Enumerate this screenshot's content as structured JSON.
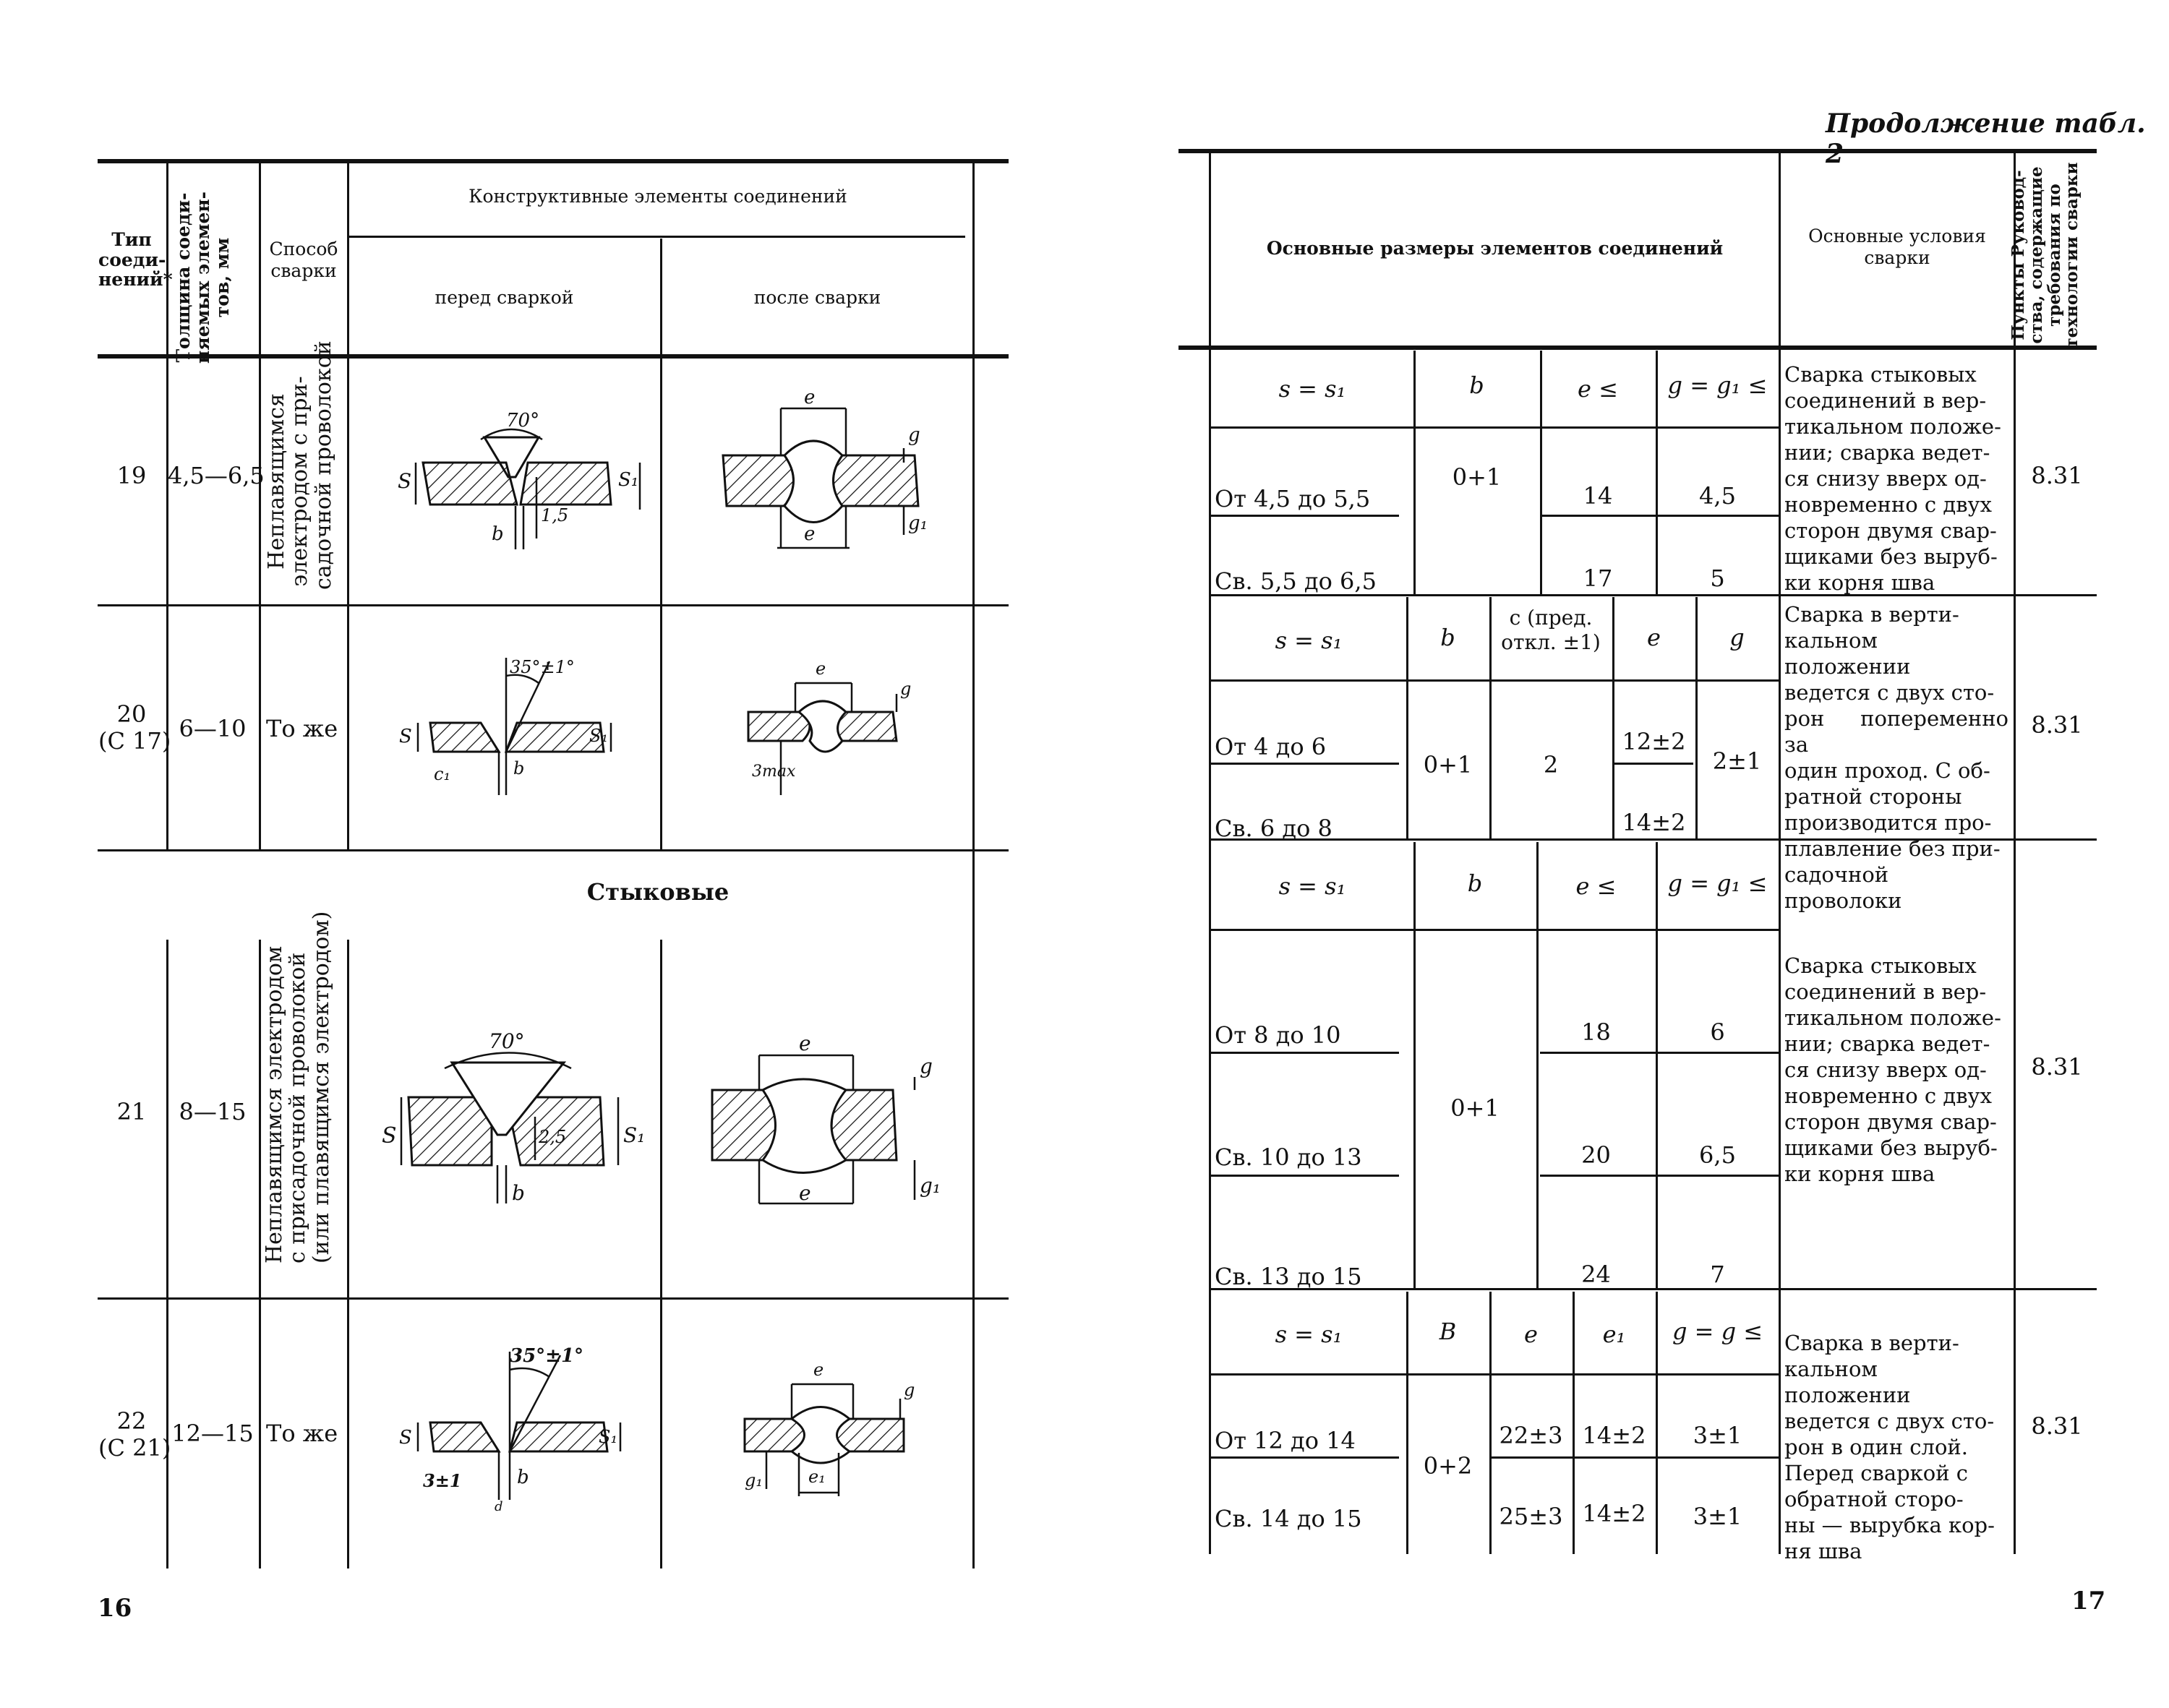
{
  "left": {
    "header": {
      "type": "Тип соеди-нений*",
      "thickness": [
        "Толщина соеди-",
        "няемых элемен-",
        "тов, мм"
      ],
      "method": [
        "Способ",
        "сварки"
      ],
      "elements": "Конструктивные элементы соединений",
      "before": "перед сваркой",
      "after": "после сварки"
    },
    "group": "Стыковые",
    "page_number": "16",
    "rows": [
      {
        "type": "19",
        "thickness": "4,5—6,5",
        "method": [
          "Неплавящимся",
          "электродом с при-",
          "садочной проволокой"
        ],
        "before_labels": {
          "angle": "70°",
          "s": "S",
          "s1": "S₁",
          "b": "b",
          "c": "1,5"
        },
        "after_labels": {
          "e_top": "e",
          "e_bot": "e",
          "g": "g",
          "g1": "g₁"
        }
      },
      {
        "type": "20",
        "type_alt": "(С 17)",
        "thickness": "6—10",
        "method_text": "То же",
        "before_labels": {
          "angle": "35°±1°",
          "s": "S",
          "s1": "S₁",
          "b": "b",
          "c1": "c₁"
        },
        "after_labels": {
          "e": "e",
          "g": "g",
          "max": "3max"
        }
      },
      {
        "type": "21",
        "thickness": "8—15",
        "method": [
          "Неплавящимся электродом",
          "с присадочной проволокой",
          "(или плавящимся электродом)"
        ],
        "before_labels": {
          "angle": "70°",
          "s": "S",
          "s1": "S₁",
          "b": "b",
          "c": "2,5"
        },
        "after_labels": {
          "e_top": "e",
          "e_bot": "e",
          "g": "g",
          "g1": "g₁"
        }
      },
      {
        "type": "22",
        "type_alt": "(С 21)",
        "thickness": "12—15",
        "method_text": "То же",
        "before_labels": {
          "angle": "35°±1°",
          "s": "S",
          "s1": "S₁",
          "b": "b",
          "c": "3±1",
          "d": "d"
        },
        "after_labels": {
          "e": "e",
          "e1": "e₁",
          "g": "g",
          "g1": "g₁"
        }
      }
    ]
  },
  "right": {
    "title": "Продолжение табл. 2",
    "page_number": "17",
    "header": {
      "dims": "Основные размеры элементов соединений",
      "conditions": [
        "Основные условия",
        "сварки"
      ],
      "points": [
        "Пункты Руковод-",
        "ства, содержащие",
        "требования по",
        "технологии сварки"
      ]
    },
    "blocks": [
      {
        "cols": [
          "s = s₁",
          "b",
          "e ≤",
          "g = g₁ ≤"
        ],
        "rows": [
          [
            "От 4,5 до 5,5",
            "0+1",
            "14",
            "4,5"
          ],
          [
            "Св. 5,5 до 6,5",
            "",
            "17",
            "5"
          ]
        ],
        "conditions": [
          "Сварка стыковых",
          "соединений в вер-",
          "тикальном положе-",
          "нии; сварка ведет-",
          "ся снизу вверх од-",
          "новременно с двух",
          "сторон двумя свар-",
          "щиками без выруб-",
          "ки корня шва"
        ],
        "point": "8.31"
      },
      {
        "cols": [
          "s = s₁",
          "b",
          "c (пред.",
          "откл. ±1)",
          "e",
          "g"
        ],
        "rows": [
          [
            "От 4 до 6",
            "0+1",
            "2",
            "12±2",
            "2±1"
          ],
          [
            "Св. 6 до 8",
            "",
            "",
            "14±2",
            ""
          ]
        ],
        "conditions": [
          "Сварка в верти-",
          "кальном положении",
          "ведется с двух сто-",
          "рон попеременно за",
          "один проход. С об-",
          "ратной стороны",
          "производится про-",
          "плавление без при-",
          "садочной проволоки"
        ],
        "point": "8.31"
      },
      {
        "cols": [
          "s = s₁",
          "b",
          "e ≤",
          "g = g₁ ≤"
        ],
        "rows": [
          [
            "От 8 до 10",
            "0+1",
            "18",
            "6"
          ],
          [
            "Св. 10 до 13",
            "",
            "20",
            "6,5"
          ],
          [
            "Св. 13 до 15",
            "",
            "24",
            "7"
          ]
        ],
        "conditions": [
          "Сварка стыковых",
          "соединений в вер-",
          "тикальном положе-",
          "нии; сварка ведет-",
          "ся снизу вверх од-",
          "новременно с двух",
          "сторон двумя свар-",
          "щиками без выруб-",
          "ки корня шва"
        ],
        "point": "8.31"
      },
      {
        "cols": [
          "s = s₁",
          "B",
          "e",
          "e₁",
          "g = g ≤"
        ],
        "rows": [
          [
            "От 12 до 14",
            "0+2",
            "22±3",
            "14±2",
            "3±1"
          ],
          [
            "Св. 14 до 15",
            "",
            "25±3",
            "14±2",
            "3±1"
          ]
        ],
        "conditions": [
          "Сварка в верти-",
          "кальном положении",
          "ведется с двух сто-",
          "рон в один слой.",
          "Перед сваркой с",
          "обратной сторо-",
          "ны — вырубка кор-",
          "ня шва"
        ],
        "point": "8.31"
      }
    ]
  }
}
